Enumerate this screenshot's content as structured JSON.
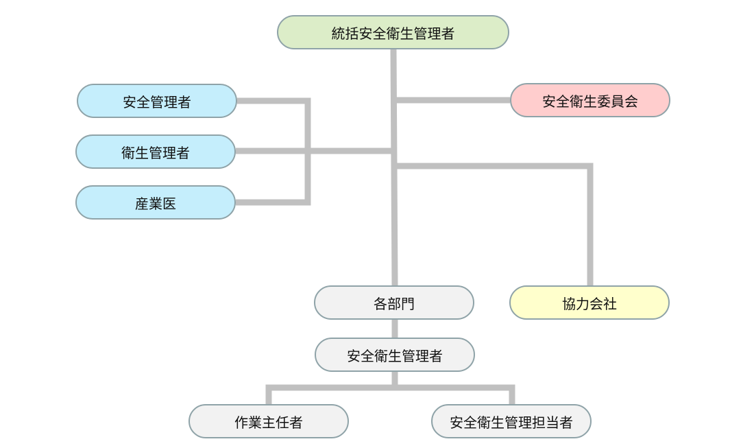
{
  "colors": {
    "connector": "#c0c0c0",
    "border": "#8fa3a8",
    "top_fill": "#dcedc8",
    "staff_fill": "#c5eefc",
    "committee_fill": "#ffcdcd",
    "partner_fill": "#ffffcc",
    "dept_fill": "#f2f2f2"
  },
  "nodes": {
    "top": "統括安全衛生管理者",
    "safety_manager": "安全管理者",
    "hygiene_manager": "衛生管理者",
    "industrial_doctor": "産業医",
    "committee": "安全衛生委員会",
    "departments": "各部門",
    "partner_companies": "協力会社",
    "dept_hs_manager": "安全衛生管理者",
    "work_foreman": "作業主任者",
    "hs_staff": "安全衛生管理担当者"
  }
}
